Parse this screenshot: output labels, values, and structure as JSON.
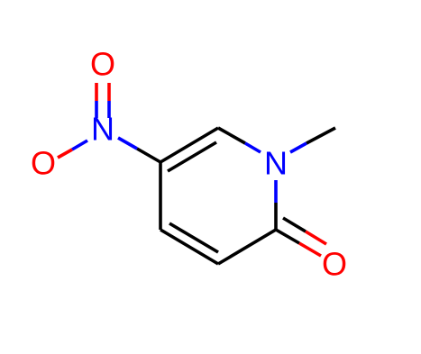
{
  "structure": {
    "atoms": {
      "nitro_n": {
        "symbol": "N",
        "color": "#0000ff"
      },
      "nitro_o_top": {
        "symbol": "O",
        "color": "#ff0000"
      },
      "nitro_o_left": {
        "symbol": "O",
        "color": "#ff0000"
      },
      "ring_n": {
        "symbol": "N",
        "color": "#0000ff"
      },
      "carbonyl_o": {
        "symbol": "O",
        "color": "#ff0000"
      }
    },
    "bond_color": "#000000"
  }
}
